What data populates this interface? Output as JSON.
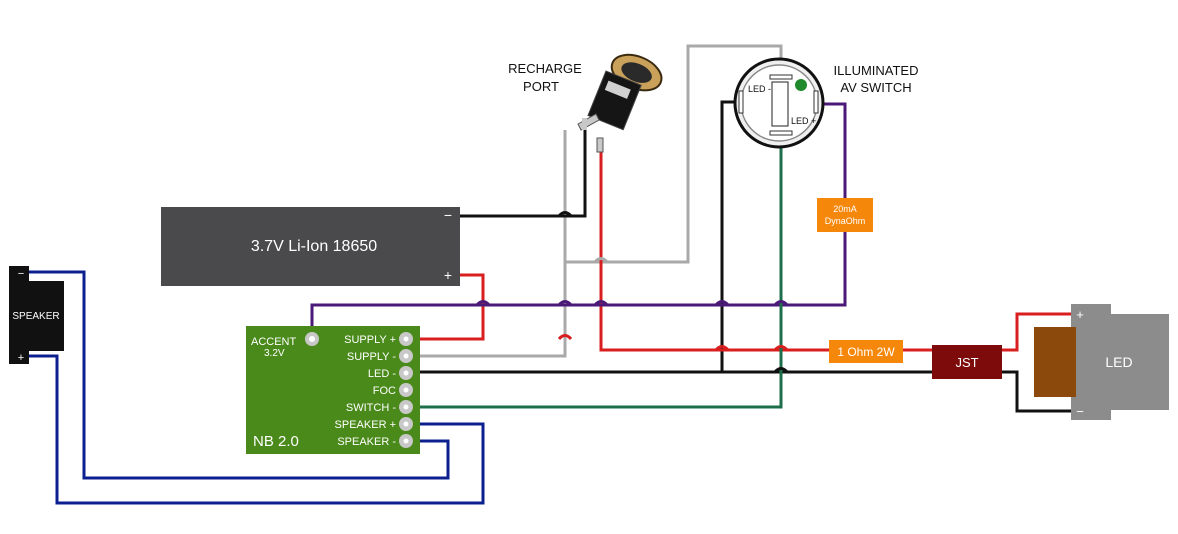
{
  "battery": {
    "label": "3.7V Li-Ion 18650",
    "minus": "−",
    "plus": "+"
  },
  "speaker": {
    "label": "SPEAKER",
    "minus": "−",
    "plus": "+"
  },
  "recharge": {
    "line1": "RECHARGE",
    "line2": "PORT"
  },
  "switch": {
    "line1": "ILLUMINATED",
    "line2": "AV SWITCH",
    "led_minus": "LED -",
    "led_plus": "LED +"
  },
  "resistor_20ma": {
    "line1": "20mA",
    "line2": "DynaOhm"
  },
  "resistor_1ohm": {
    "label": "1 Ohm 2W"
  },
  "jst": {
    "label": "JST"
  },
  "led": {
    "label": "LED",
    "plus": "+",
    "minus": "−"
  },
  "board": {
    "name": "NB 2.0",
    "accent_line1": "ACCENT",
    "accent_line2": "3.2V",
    "pads": [
      "SUPPLY +",
      "SUPPLY -",
      "LED -",
      "FOC",
      "SWITCH -",
      "SPEAKER +",
      "SPEAKER -"
    ]
  },
  "colors": {
    "board": "#4a8a1a",
    "battery": "#4a494b",
    "resistor": "#f5870b",
    "jst": "#7d0b0b",
    "led_body": "#8c8c8c",
    "led_lens": "#8b4a0c",
    "wire_red": "#d81e1e",
    "wire_black": "#111111",
    "wire_grey": "#a9a9a9",
    "wire_purple": "#4b1a78",
    "wire_green": "#1d6e4a",
    "wire_blue": "#0c1f8f"
  }
}
